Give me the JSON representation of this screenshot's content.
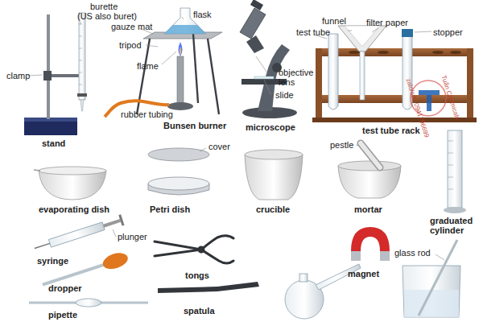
{
  "diagram": {
    "labels": [
      "burette",
      "(US also buret)",
      "clamp",
      "stand",
      "flask",
      "gauze mat",
      "tripod",
      "flame",
      "rubber tubing",
      "Bunsen burner",
      "objective lens",
      "slide",
      "microscope",
      "funnel",
      "filter paper",
      "test tube",
      "stopper",
      "test tube rack",
      "cover",
      "evaporating dish",
      "Petri dish",
      "crucible",
      "pestle",
      "mortar",
      "graduated cylinder",
      "syringe",
      "plunger",
      "dropper",
      "tongs",
      "spatula",
      "magnet",
      "glass rod",
      "pipette",
      "Tuấn Chemicals",
      "zalo/sdt: 0941796699"
    ]
  }
}
